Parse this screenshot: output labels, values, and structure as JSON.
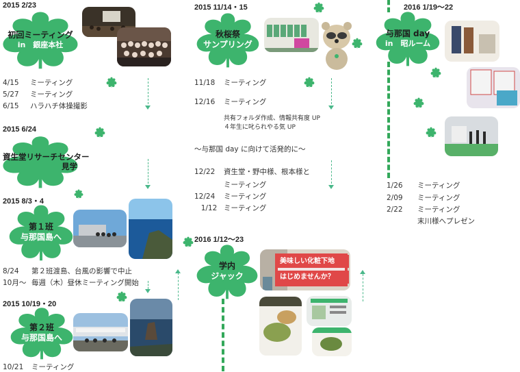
{
  "colors": {
    "leaf": "#3db46d",
    "accent": "#33a85a",
    "dash": "#4ab88a"
  },
  "col1": {
    "d1": "2015 2/23",
    "leaf1": {
      "line1": "初回ミーティング",
      "line2": "in　銀座本社"
    },
    "rows1": [
      {
        "date": "4/15",
        "text": "ミーティング"
      },
      {
        "date": "5/27",
        "text": "ミーティング"
      },
      {
        "date": "6/15",
        "text": "ハラハチ体操撮影"
      }
    ],
    "d2": "2015 6/24",
    "leaf2": {
      "line1": "資生堂リサーチセンター",
      "line2": "見学"
    },
    "d3": "2015 8/3・4",
    "leaf3": {
      "line1": "第１班",
      "line2": "与那国島へ"
    },
    "rows3": [
      {
        "date": "8/24",
        "text": "第２班渡島、台風の影響で中止"
      },
      {
        "date": "10月～",
        "text": "毎週（木）昼休ミーティング開始"
      }
    ],
    "d4": "2015 10/19・20",
    "leaf4": {
      "line1": "第２班",
      "line2": "与那国島へ"
    },
    "rows4": [
      {
        "date": "10/21",
        "text": "ミーティング"
      }
    ]
  },
  "col2": {
    "d1": "2015 11/14・15",
    "leaf1": {
      "line1": "秋桜祭",
      "line2": "サンプリング"
    },
    "rows1": [
      {
        "date": "11/18",
        "text": "ミーティング"
      },
      {
        "date": "12/16",
        "text": "ミーティング"
      }
    ],
    "notes": [
      "共有フォルダ作成、情報共有度 UP",
      "４年生に叱られやる気 UP"
    ],
    "heading": "～与那国 day に向けて活発的に～",
    "rows2": [
      {
        "date": "12/22",
        "text": "資生堂・野中様、根本様と"
      },
      {
        "date": "",
        "text": "ミーティング"
      },
      {
        "date": "12/24",
        "text": "ミーティング"
      },
      {
        "date": "1/12",
        "text": "ミーティング"
      }
    ],
    "d2": "2016 1/12～23",
    "leaf2": {
      "line1": "学内",
      "line2": "ジャック"
    },
    "banner": {
      "line1": "美味しい化粧下地",
      "line2": "はじめませんか？"
    }
  },
  "col3": {
    "d1": "2016 1/19～22",
    "leaf1": {
      "line1": "与那国 day",
      "line2": "in　昭ルーム"
    },
    "rows": [
      {
        "date": "1/26",
        "text": "ミーティング"
      },
      {
        "date": "2/09",
        "text": "ミーティング"
      },
      {
        "date": "2/22",
        "text": "ミーティング"
      },
      {
        "date": "",
        "text": "末川様へプレゼン"
      }
    ]
  }
}
